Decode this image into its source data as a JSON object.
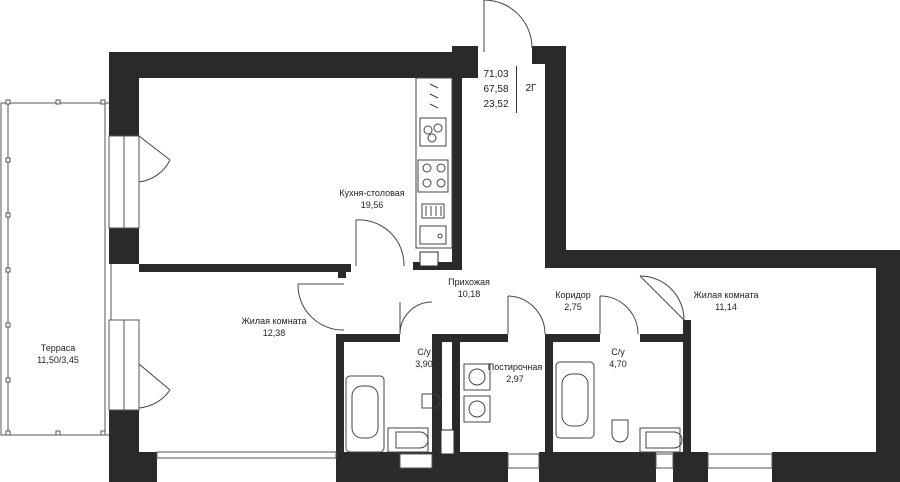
{
  "apartment": {
    "total_area": "71,03",
    "living_area": "67,58",
    "other_area": "23,52",
    "type": "2Г"
  },
  "rooms": [
    {
      "id": "kitchen",
      "name": "Кухня-столовая",
      "area": "19,56"
    },
    {
      "id": "hall",
      "name": "Прихожая",
      "area": "10,18"
    },
    {
      "id": "corridor",
      "name": "Коридор",
      "area": "2,75"
    },
    {
      "id": "living1",
      "name": "Жилая комната",
      "area": "12,38"
    },
    {
      "id": "living2",
      "name": "Жилая комната",
      "area": "11,14"
    },
    {
      "id": "bath1",
      "name": "С/у",
      "area": "3,90"
    },
    {
      "id": "laundry",
      "name": "Постирочная",
      "area": "2,97"
    },
    {
      "id": "bath2",
      "name": "С/у",
      "area": "4,70"
    },
    {
      "id": "terrace",
      "name": "Терраса",
      "area": "11,50/3,45"
    }
  ],
  "colors": {
    "wall": "#2a2a2a",
    "line": "#444444",
    "background": "#ffffff"
  }
}
